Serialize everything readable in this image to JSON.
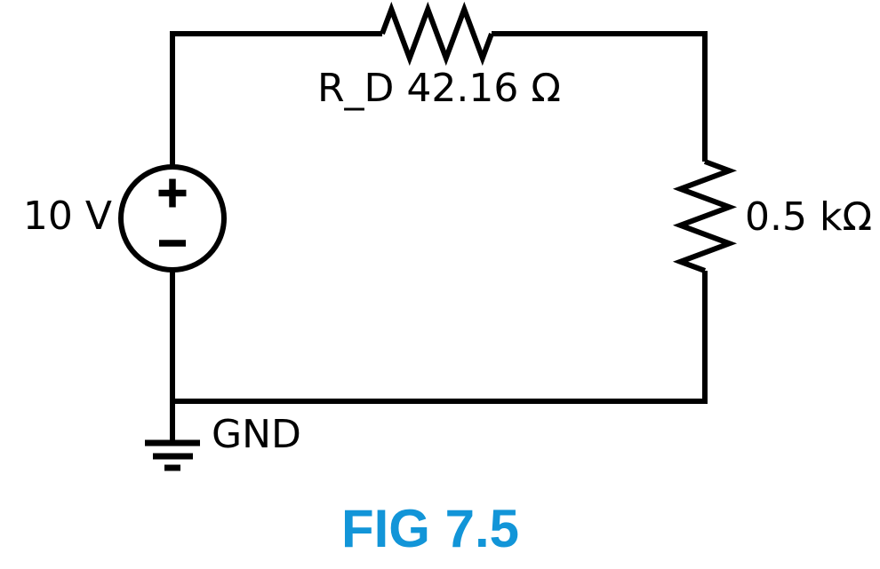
{
  "figure": {
    "caption": "FIG 7.5",
    "caption_color": "#1295d8"
  },
  "circuit": {
    "background_color": "#ffffff",
    "stroke_color": "#000000",
    "voltage_source": {
      "type": "dc-voltage-source",
      "label": "10 V",
      "polarity_top": "+",
      "polarity_bottom": "−"
    },
    "resistor_top": {
      "label": "R_D 42.16 Ω",
      "orientation": "horizontal"
    },
    "resistor_right": {
      "label": "0.5 kΩ",
      "orientation": "vertical"
    },
    "ground": {
      "label": "GND"
    }
  }
}
